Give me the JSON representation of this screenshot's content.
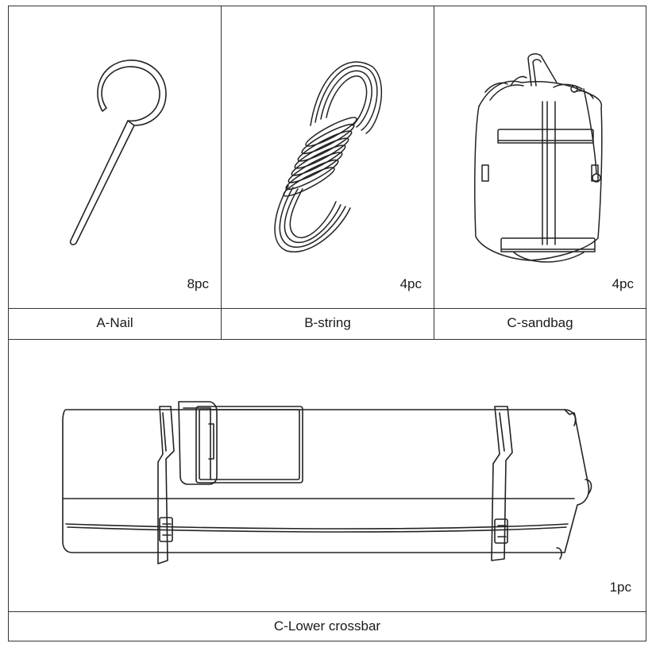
{
  "items": [
    {
      "quantity": "8pc",
      "label": "A-Nail",
      "illustration": "nail-icon"
    },
    {
      "quantity": "4pc",
      "label": "B-string",
      "illustration": "coiled-rope-icon"
    },
    {
      "quantity": "4pc",
      "label": "C-sandbag",
      "illustration": "sandbag-icon"
    }
  ],
  "bottom": {
    "quantity": "1pc",
    "label": "C-Lower crossbar",
    "illustration": "carry-bag-icon"
  }
}
